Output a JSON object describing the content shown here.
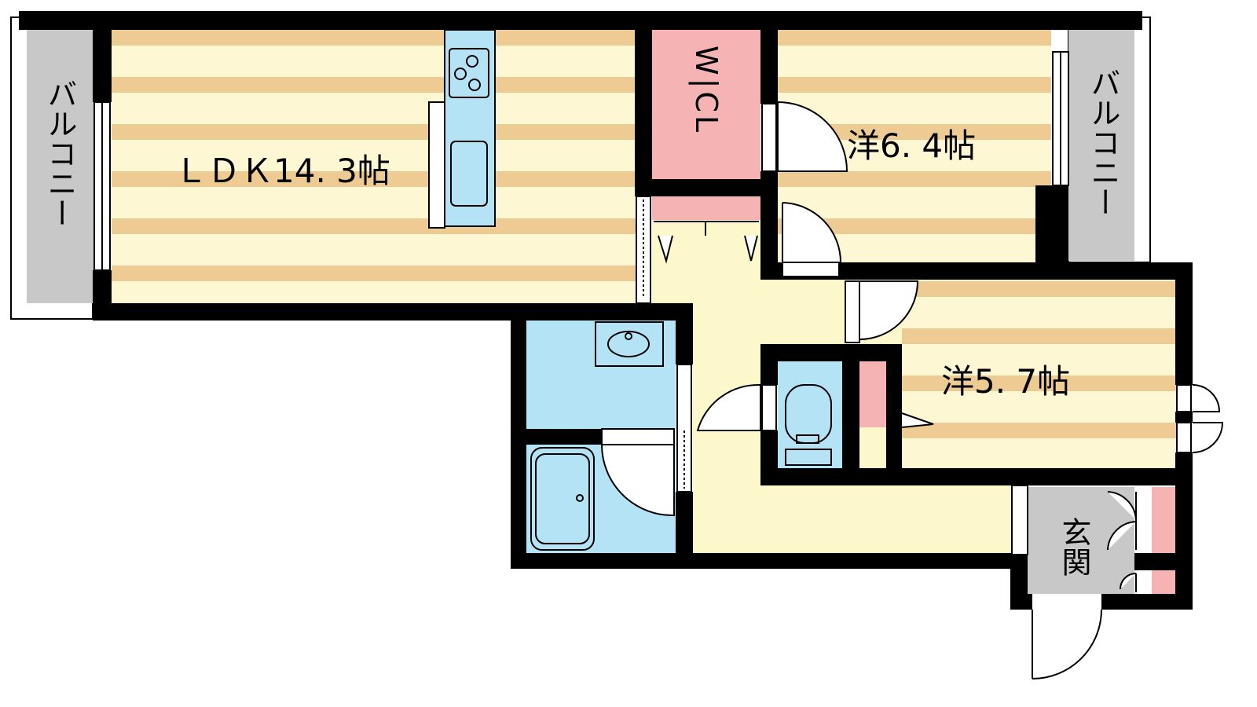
{
  "rooms": {
    "ldk": "ＬＤＫ14. 3帖",
    "western1": "洋6. 4帖",
    "western2": "洋5. 7帖",
    "wic": "W|CL",
    "entrance": "玄関",
    "balcony_left": "バルコニー",
    "balcony_right": "バルコニー"
  },
  "colors": {
    "wall": "#000000",
    "floor_stripe_light": "#fdf7d3",
    "floor_stripe_dark": "#eecb92",
    "hall_floor": "#fdf8cc",
    "wet_area": "#b3e3f5",
    "closet": "#f5b3b4",
    "balcony": "#c8c8c8"
  }
}
